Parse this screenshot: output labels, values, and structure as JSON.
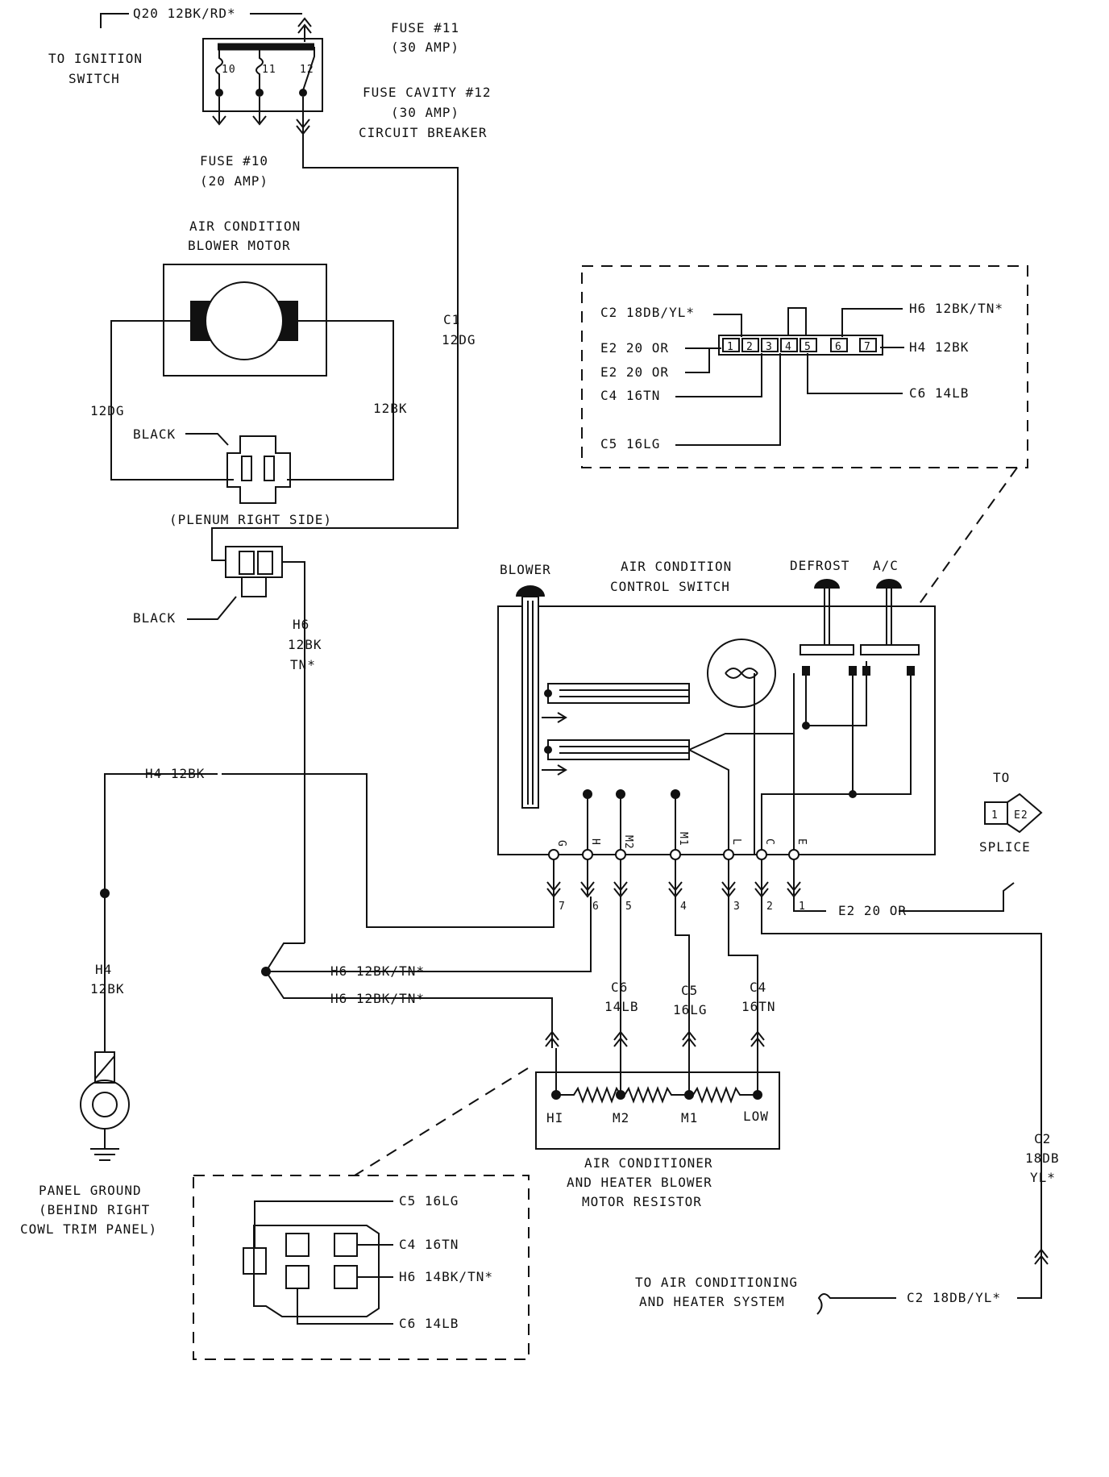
{
  "fuse_block": {
    "feed_wire": "Q20 12BK/RD*",
    "ignition_label": [
      "TO IGNITION",
      "SWITCH"
    ],
    "fuse11": [
      "FUSE #11",
      "(30 AMP)"
    ],
    "cavity12": [
      "FUSE CAVITY #12",
      "(30 AMP)",
      "CIRCUIT BREAKER"
    ],
    "fuse10": [
      "FUSE #10",
      "(20 AMP)"
    ],
    "pins": [
      "10",
      "11",
      "12"
    ]
  },
  "blower_motor": {
    "title": [
      "AIR CONDITION",
      "BLOWER MOTOR"
    ],
    "left_wire": "12DG",
    "right_wire": "12BK",
    "connector_color": "BLACK",
    "location": "(PLENUM RIGHT SIDE)",
    "lower_connector_color": "BLACK"
  },
  "c1_wire": [
    "C1",
    "12DG"
  ],
  "h6_wire": [
    "H6",
    "12BK",
    "TN*"
  ],
  "switch_connector": {
    "c2": "C2 18DB/YL*",
    "e2_1": "E2 20 OR",
    "e2_2": "E2 20 OR",
    "c4": "C4 16TN",
    "c5": "C5 16LG",
    "h6": "H6 12BK/TN*",
    "h4": "H4 12BK",
    "c6": "C6 14LB",
    "pins": [
      "1",
      "2",
      "3",
      "4",
      "5",
      "6",
      "7"
    ]
  },
  "control_switch": {
    "title": [
      "AIR CONDITION",
      "CONTROL SWITCH"
    ],
    "blower": "BLOWER",
    "defrost": "DEFROST",
    "ac": "A/C",
    "terminals": [
      "G",
      "H",
      "M2",
      "M1",
      "L",
      "C",
      "E"
    ],
    "pin_numbers": [
      "7",
      "6",
      "5",
      "4",
      "3",
      "2",
      "1"
    ]
  },
  "h4_wire": "H4 12BK",
  "h4_vertical": [
    "H4",
    "12BK"
  ],
  "e2_wire": "E2 20 OR",
  "splice": {
    "to": "TO",
    "num": "1",
    "id": "E2",
    "label": "SPLICE"
  },
  "h6_branch_1": "H6 12BK/TN*",
  "h6_branch_2": "H6 12BK/TN*",
  "resistor_wires": {
    "c6": [
      "C6",
      "14LB"
    ],
    "c5": [
      "C5",
      "16LG"
    ],
    "c4": [
      "C4",
      "16TN"
    ]
  },
  "resistor": {
    "terminals": [
      "HI",
      "M2",
      "M1",
      "LOW"
    ],
    "title": [
      "AIR CONDITIONER",
      "AND HEATER BLOWER",
      "MOTOR RESISTOR"
    ]
  },
  "ground": [
    "PANEL GROUND",
    "(BEHIND RIGHT",
    "COWL TRIM PANEL)"
  ],
  "c2_vertical": [
    "C2",
    "18DB",
    "YL*"
  ],
  "to_ac": [
    "TO AIR CONDITIONING",
    "AND HEATER SYSTEM"
  ],
  "c2_bottom": "C2 18DB/YL*",
  "resistor_connector": {
    "c5": "C5 16LG",
    "c4": "C4 16TN",
    "h6": "H6 14BK/TN*",
    "c6": "C6 14LB"
  }
}
